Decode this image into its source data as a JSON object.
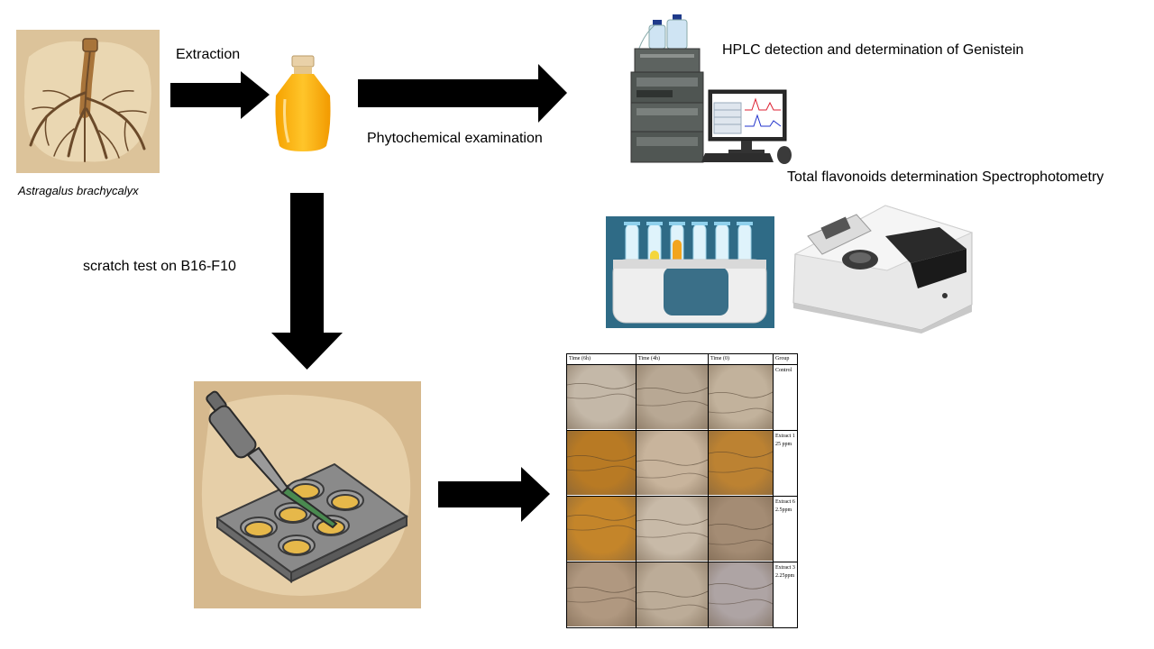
{
  "labels": {
    "extraction": "Extraction",
    "phytochemical": "Phytochemical examination",
    "hplc": "HPLC detection and determination of Genistein",
    "flavonoids": "Total flavonoids determination Spectrophotometry",
    "scratch": "scratch test on B16-F10",
    "plant_name": "Astragalus brachycalyx"
  },
  "table": {
    "headers": [
      "Time (6h)",
      "Time (4h)",
      "Time (0)",
      "Group"
    ],
    "rows": [
      {
        "group": "Control",
        "tones": [
          "#c4b8a8",
          "#b8a894",
          "#c2b29c"
        ]
      },
      {
        "group": "Extract 125 ppm",
        "tones": [
          "#b87a24",
          "#c8b49c",
          "#bc8232"
        ]
      },
      {
        "group": "Extract 62.5ppm",
        "tones": [
          "#c4852a",
          "#c8baa8",
          "#a48c74"
        ]
      },
      {
        "group": "Extract 32.25ppm",
        "tones": [
          "#b09880",
          "#bcac98",
          "#aea4a4"
        ]
      }
    ]
  },
  "tube_colors": [
    "#6ec7ea",
    "#f4d63c",
    "#f2a51e",
    "#6cc642",
    "#e8262e",
    "#4aa6e4"
  ],
  "icons": [
    "root-illustration",
    "oil-bottle-icon",
    "hplc-computer-icon",
    "test-tube-rack-icon",
    "spectrophotometer-icon",
    "pipette-well-plate-icon"
  ]
}
